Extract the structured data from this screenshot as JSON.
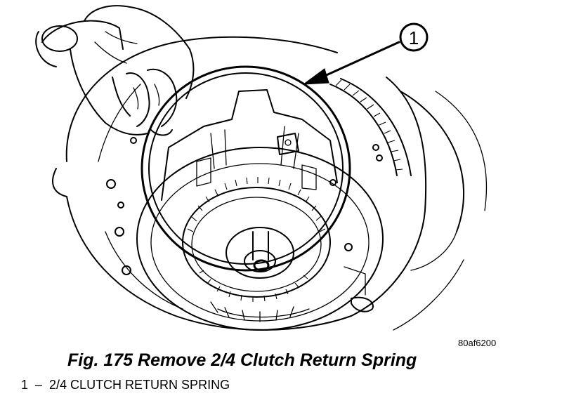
{
  "figure": {
    "callout_number": "1",
    "reference_code": "80af6200",
    "caption": "Fig. 175 Remove 2/4 Clutch Return Spring"
  },
  "legend": {
    "items": [
      {
        "number": "1",
        "separator": "–",
        "label": "2/4 CLUTCH RETURN SPRING"
      }
    ]
  }
}
